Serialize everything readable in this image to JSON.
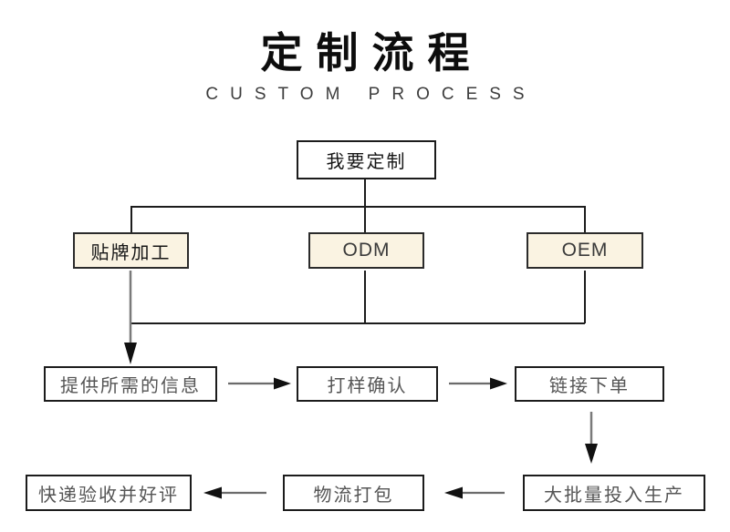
{
  "header": {
    "title": "定制流程",
    "subtitle": "CUSTOM PROCESS"
  },
  "flowchart": {
    "nodes": [
      {
        "id": "start",
        "label": "我要定制"
      },
      {
        "id": "oem-processing",
        "label": "贴牌加工"
      },
      {
        "id": "odm",
        "label": "ODM"
      },
      {
        "id": "oem",
        "label": "OEM"
      },
      {
        "id": "provide-info",
        "label": "提供所需的信息"
      },
      {
        "id": "sample-confirm",
        "label": "打样确认"
      },
      {
        "id": "order-link",
        "label": "链接下单"
      },
      {
        "id": "mass-production",
        "label": "大批量投入生产"
      },
      {
        "id": "logistics-packing",
        "label": "物流打包"
      },
      {
        "id": "delivery-review",
        "label": "快递验收并好评"
      }
    ]
  },
  "colors": {
    "highlight_fill": "#faf3e2",
    "box_border": "#1c1c1c",
    "connector_line": "#1c1c1c",
    "arrow_shaft": "#7a7a7a",
    "arrow_head": "#111111",
    "title_text": "#0d0d0d",
    "subtitle_text": "#3d3d3d",
    "node_text": "#555555"
  }
}
